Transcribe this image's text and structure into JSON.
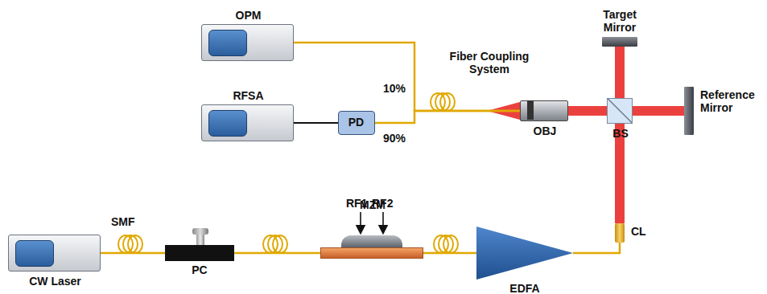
{
  "diagram": {
    "nodes": [
      {
        "text": [
          "OPM"
        ]
      },
      {
        "text": [
          "RFSA"
        ]
      },
      {
        "text": [
          "PD"
        ]
      },
      {
        "text": [
          "Target Mirror"
        ]
      },
      {
        "text": [
          "Reference Mirror"
        ]
      },
      {
        "text": [
          "OBJ"
        ]
      },
      {
        "text": [
          "BS"
        ]
      },
      {
        "text": [
          "CW Laser"
        ]
      },
      {
        "text": [
          "PC"
        ]
      },
      {
        "text": [
          "MZM"
        ]
      },
      {
        "text": [
          "EDFA"
        ]
      },
      {
        "text": [
          "CL"
        ]
      }
    ],
    "edges": [
      {
        "from": 7,
        "to": 8,
        "arrow": "none"
      },
      {
        "from": 8,
        "to": 9,
        "arrow": "none"
      },
      {
        "from": 9,
        "to": 10,
        "arrow": "none"
      },
      {
        "from": 10,
        "to": 11,
        "arrow": "none"
      },
      {
        "from": 11,
        "to": 6,
        "arrow": "none"
      },
      {
        "from": 6,
        "to": 3,
        "arrow": "none"
      },
      {
        "from": 6,
        "to": 4,
        "arrow": "none"
      },
      {
        "from": 6,
        "to": 5,
        "arrow": "none"
      },
      {
        "from": 5,
        "to": 0,
        "label": "10%",
        "arrow": "none"
      },
      {
        "from": 5,
        "to": 2,
        "label": "90%",
        "arrow": "none"
      },
      {
        "from": 2,
        "to": 1,
        "arrow": "none"
      }
    ],
    "labels": [
      "SMF",
      "RF1",
      "RF2",
      "Fiber Coupling System"
    ]
  }
}
